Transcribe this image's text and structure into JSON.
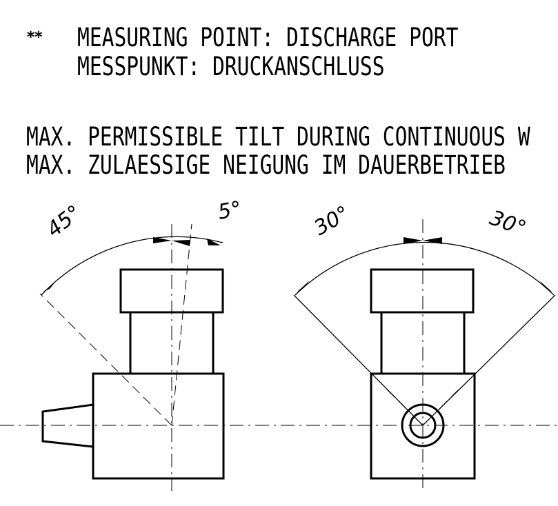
{
  "note": {
    "marker": "**",
    "line1": "MEASURING POINT: DISCHARGE PORT",
    "line2": "MESSPUNKT: DRUCKANSCHLUSS"
  },
  "tilt": {
    "line1": "MAX. PERMISSIBLE TILT DURING CONTINUOUS W",
    "line2": "MAX. ZULAESSIGE NEIGUNG IM DAUERBETRIEB"
  },
  "side_view": {
    "angle_left": "45°",
    "angle_right": "5°"
  },
  "front_view": {
    "angle_left": "30°",
    "angle_right": "30°"
  }
}
